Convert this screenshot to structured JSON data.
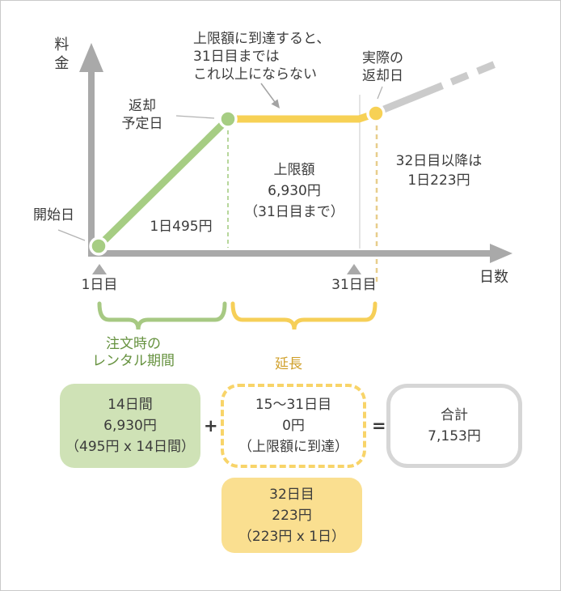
{
  "figure": {
    "axes": {
      "y_label": "料金",
      "x_label": "日数"
    },
    "ticks": {
      "day1": "1日目",
      "day31": "31日目"
    },
    "labels": {
      "start": "開始日",
      "scheduled_return": [
        "返却",
        "予定日"
      ],
      "actual_return": [
        "実際の",
        "返却日"
      ]
    },
    "annotations": {
      "cap_note": [
        "上限額に到達すると、",
        "31日目までは",
        "これ以上にならない"
      ],
      "daily_rate": "1日495円",
      "cap": [
        "上限額",
        "6,930円",
        "（31日目まで）"
      ],
      "after_cap": [
        "32日目以降は",
        "1日223円"
      ]
    }
  },
  "breakdown": {
    "rental_label": [
      "注文時の",
      "レンタル期間"
    ],
    "extension_label": "延長",
    "plus": "+",
    "equals": "=",
    "rental_box": {
      "lines": [
        "14日間",
        "6,930円",
        "（495円 x 14日間）"
      ]
    },
    "extension_box": {
      "lines": [
        "15〜31日目",
        "0円",
        "（上限額に到達）"
      ]
    },
    "total_box": {
      "lines": [
        "合計",
        "7,153円"
      ]
    },
    "day32_box": {
      "lines": [
        "32日目",
        "223円",
        "（223円 x 1日）"
      ]
    }
  },
  "colors": {
    "green_line": "#a6cd83",
    "green_fill": "#cfe2b6",
    "green_text": "#66923f",
    "yellow_line": "#f7d155",
    "yellow_fill": "#fadf90",
    "gold_text": "#d0a02b",
    "axis_gray": "#a9a9a9",
    "extension_gray": "#cbcbcb"
  },
  "chart_data": {
    "type": "line",
    "xlabel": "日数",
    "ylabel": "料金",
    "x_ticks": [
      "1日目",
      "31日目"
    ],
    "series": [
      {
        "name": "注文時のレンタル期間 1日495円",
        "x": [
          1,
          14
        ],
        "y": [
          0,
          6930
        ],
        "color": "#a6cd83",
        "style": "solid"
      },
      {
        "name": "上限額 6,930円（31日目まで）",
        "x": [
          14,
          31
        ],
        "y": [
          6930,
          6930
        ],
        "color": "#f7d155",
        "style": "solid"
      },
      {
        "name": "32日目以降は1日223円",
        "x": [
          32,
          40
        ],
        "y": [
          7153,
          null
        ],
        "color": "#cbcbcb",
        "style": "dashed"
      }
    ],
    "key_points": [
      {
        "label": "開始日",
        "x": 1,
        "y": 0
      },
      {
        "label": "返却予定日",
        "x": 14,
        "y": 6930
      },
      {
        "label": "実際の返却日",
        "x": 32,
        "y": 7153
      }
    ],
    "totals": {
      "rental": 6930,
      "extension_15_31": 0,
      "day32": 223,
      "total": 7153
    }
  }
}
